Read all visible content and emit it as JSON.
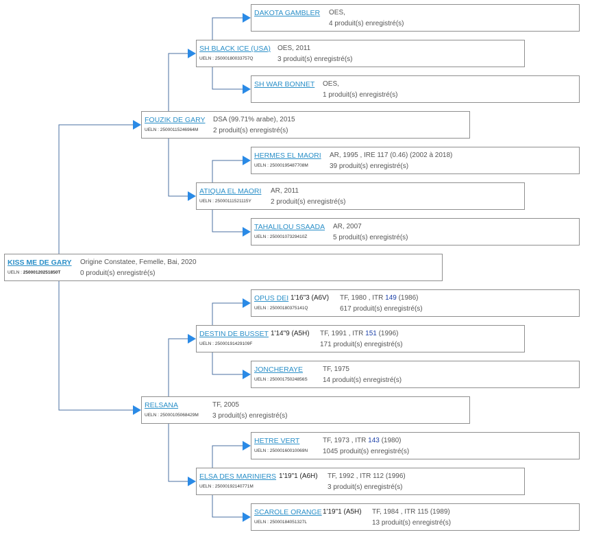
{
  "accent_color": "#2a8fc8",
  "arrow_color": "#2a8ae6",
  "ueln_label": "UELN : ",
  "horses": [
    {
      "name": "KISS ME DE GARY",
      "ueln": "25000120251850T",
      "info": "Origine Constatee, Femelle, Bai, 2020",
      "count": "0 produit(s) enregistré(s)"
    },
    {
      "name": "FOUZIK DE GARY",
      "ueln": "25000115246964M",
      "info": "DSA (99.71% arabe), 2015",
      "count": "2 produit(s) enregistré(s)"
    },
    {
      "name": "SH BLACK ICE (USA)",
      "ueln": "25000180033757Q",
      "info": "OES, 2011",
      "count": "3 produit(s) enregistré(s)"
    },
    {
      "name": "DAKOTA GAMBLER",
      "ueln": "",
      "info": "OES,",
      "count": "4 produit(s) enregistré(s)"
    },
    {
      "name": "SH WAR BONNET",
      "ueln": "",
      "info": "OES,",
      "count": "1 produit(s) enregistré(s)"
    },
    {
      "name": "ATIQUA EL MAORI",
      "ueln": "25000111521115Y",
      "info": "AR, 2011",
      "count": "2 produit(s) enregistré(s)"
    },
    {
      "name": "HERMES EL MAORI",
      "ueln": "25000195487708M",
      "info": "AR, 1995 , IRE 117 (0.46) (2002 à 2018)",
      "count": "39 produit(s) enregistré(s)"
    },
    {
      "name": "TAHALILOU SSAADA",
      "ueln": "25000107329410Z",
      "info": "AR, 2007",
      "count": "5 produit(s) enregistré(s)"
    },
    {
      "name": "RELSANA",
      "ueln": "25000105068429M",
      "info": "TF, 2005",
      "count": "3 produit(s) enregistré(s)"
    },
    {
      "name": "DESTIN DE BUSSET",
      "perf": "1'14\"9 (A5H)",
      "ueln": "25000191429109F",
      "info": "TF, 1991 , ITR ",
      "itr": "151",
      "info_after": " (1996)",
      "count": "171 produit(s) enregistré(s)"
    },
    {
      "name": "OPUS DEI",
      "perf": "1'16\"3 (A6V)",
      "ueln": "25000180375141Q",
      "info": "TF, 1980 , ITR ",
      "itr": "149",
      "info_after": " (1986)",
      "count": "617 produit(s) enregistré(s)"
    },
    {
      "name": "JONCHERAYE",
      "ueln": "25000175024856S",
      "info": "TF, 1975",
      "count": "14 produit(s) enregistré(s)"
    },
    {
      "name": "ELSA DES MARINIERS",
      "perf": "1'19\"1 (A6H)",
      "ueln": "25000192140771M",
      "info": "TF, 1992 , ITR 112 (1996)",
      "count": "3 produit(s) enregistré(s)"
    },
    {
      "name": "HETRE VERT",
      "ueln": "25000160010069N",
      "info": "TF, 1973 , ITR ",
      "itr": "143",
      "info_after": " (1980)",
      "count": "1045 produit(s) enregistré(s)"
    },
    {
      "name": "SCAROLE ORANGE",
      "perf": "1'19\"1 (A5H)",
      "ueln": "25000184051327L",
      "info": "TF, 1984 , ITR 115 (1989)",
      "count": "13 produit(s) enregistré(s)"
    }
  ]
}
